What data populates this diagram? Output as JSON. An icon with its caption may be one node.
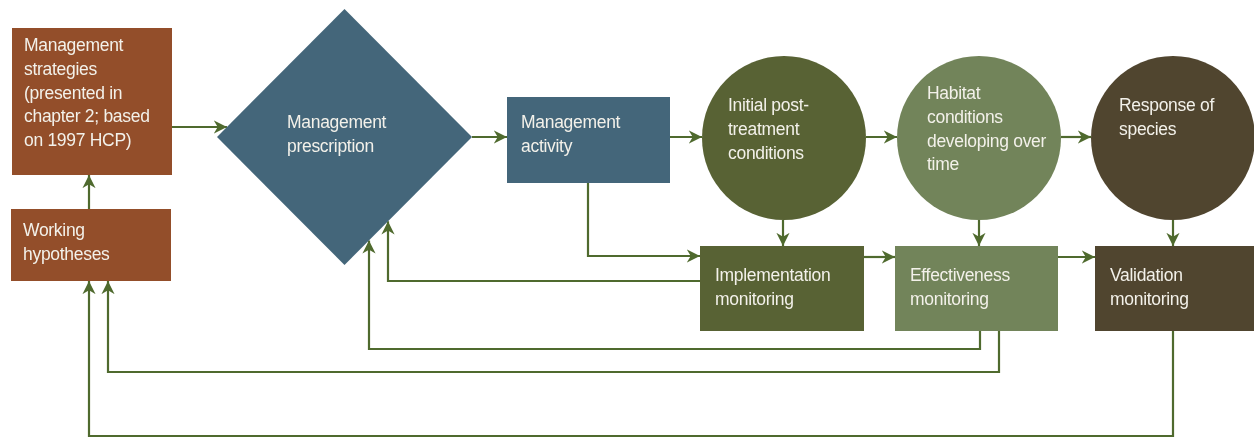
{
  "diagram": {
    "nodes": [
      {
        "text": [
          "Management strategies (presented in chapter 2; based on 1997 HCP)"
        ]
      },
      {
        "text": [
          "Working hypotheses"
        ]
      },
      {
        "text": [
          "Management prescription"
        ]
      },
      {
        "text": [
          "Management activity"
        ]
      },
      {
        "text": [
          "Initial post-treatment conditions"
        ]
      },
      {
        "text": [
          "Habitat conditions developing over time"
        ]
      },
      {
        "text": [
          "Response of species"
        ]
      },
      {
        "text": [
          "Implementation monitoring"
        ]
      },
      {
        "text": [
          "Effectiveness monitoring"
        ]
      },
      {
        "text": [
          "Validation monitoring"
        ]
      }
    ],
    "edges": [
      {
        "from": 0,
        "to": 2,
        "arrow": "to"
      },
      {
        "from": 1,
        "to": 0,
        "arrow": "to"
      },
      {
        "from": 2,
        "to": 3,
        "arrow": "to"
      },
      {
        "from": 3,
        "to": 4,
        "arrow": "to"
      },
      {
        "from": 4,
        "to": 5,
        "arrow": "to"
      },
      {
        "from": 5,
        "to": 6,
        "arrow": "to"
      },
      {
        "from": 3,
        "to": 7,
        "arrow": "to"
      },
      {
        "from": 4,
        "to": 7,
        "arrow": "to"
      },
      {
        "from": 5,
        "to": 8,
        "arrow": "to"
      },
      {
        "from": 6,
        "to": 9,
        "arrow": "to"
      },
      {
        "from": 7,
        "to": 8,
        "arrow": "to"
      },
      {
        "from": 8,
        "to": 9,
        "arrow": "to"
      },
      {
        "from": 7,
        "to": 2,
        "arrow": "to"
      },
      {
        "from": 8,
        "to": 2,
        "arrow": "to"
      },
      {
        "from": 8,
        "to": 1,
        "arrow": "to"
      },
      {
        "from": 9,
        "to": 1,
        "arrow": "to"
      }
    ]
  }
}
